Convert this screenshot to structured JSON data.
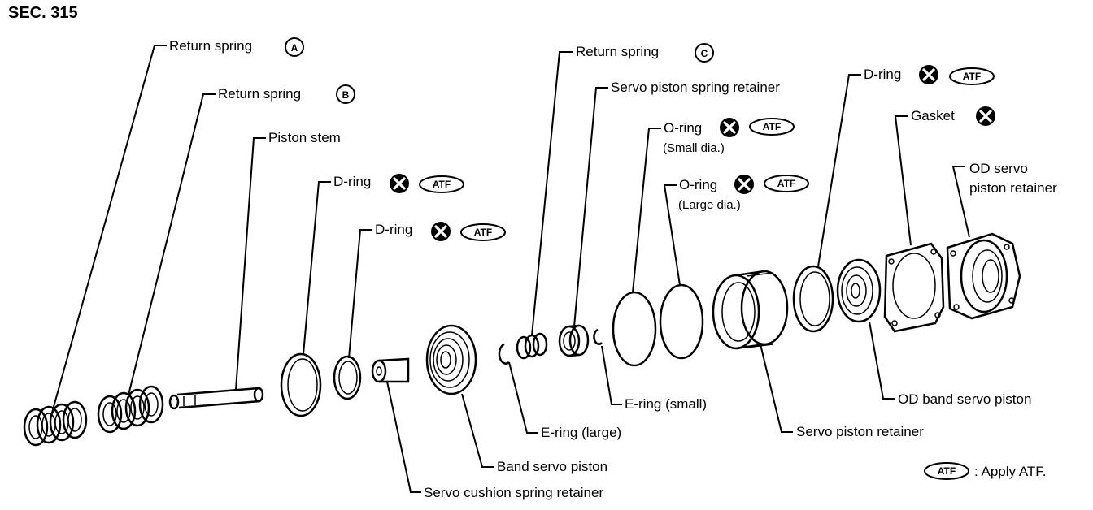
{
  "section_title": "SEC. 315",
  "labels": {
    "return_spring_a": "Return spring",
    "return_spring_b": "Return spring",
    "piston_stem": "Piston stem",
    "d_ring_1": "D-ring",
    "d_ring_2": "D-ring",
    "return_spring_c": "Return spring",
    "servo_piston_spring_retainer": "Servo piston spring retainer",
    "o_ring_small": "O-ring",
    "o_ring_small_note": "(Small dia.)",
    "o_ring_large": "O-ring",
    "o_ring_large_note": "(Large dia.)",
    "d_ring_3": "D-ring",
    "gasket": "Gasket",
    "od_servo_line1": "OD servo",
    "od_servo_line2": "piston retainer",
    "od_band_servo_piston": "OD band servo piston",
    "servo_piston_retainer": "Servo piston retainer",
    "e_ring_small": "E-ring (small)",
    "e_ring_large": "E-ring (large)",
    "band_servo_piston": "Band servo piston",
    "servo_cushion_spring_retainer": "Servo cushion spring retainer"
  },
  "badges": {
    "a": "A",
    "b": "B",
    "c": "C",
    "atf": "ATF"
  },
  "legend": {
    "symbol": "ATF",
    "text": ": Apply ATF."
  },
  "icons": {
    "replace": "replace-x-circle-icon",
    "atf": "atf-oval-icon"
  }
}
